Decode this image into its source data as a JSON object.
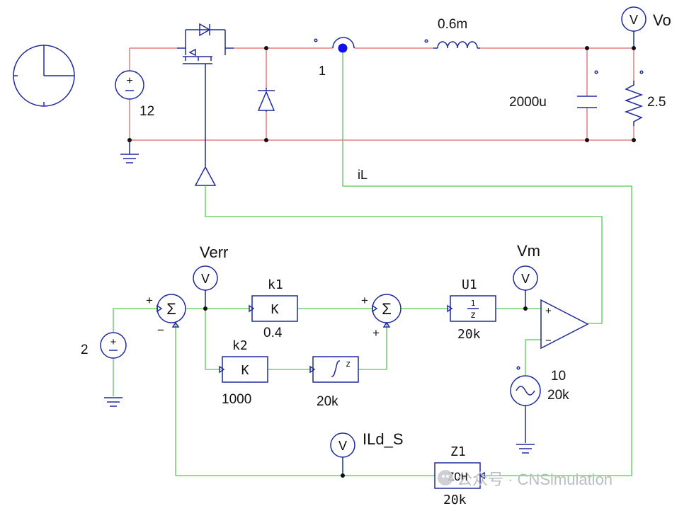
{
  "labels": {
    "vdc": "12",
    "probe_node": "1",
    "inductor": "0.6m",
    "capacitor": "2000u",
    "resistor": "2.5",
    "vo": "Vo",
    "il": "iL",
    "verr": "Verr",
    "vm": "Vm",
    "ref_src": "2",
    "k1_name": "k1",
    "k1_value": "0.4",
    "k_symbol": "K",
    "k2_name": "k2",
    "k2_value": "1000",
    "integrator_freq": "20k",
    "u1_name": "U1",
    "u1_freq": "20k",
    "ramp_amp": "10",
    "ramp_freq": "20k",
    "ild_s": "ILd_S",
    "z1_name": "Z1",
    "zoh": "ZOH",
    "z1_freq": "20k",
    "voltmeter": "V",
    "sigma": "Σ",
    "plus": "+",
    "minus": "−",
    "frac_num": "1",
    "frac_den": "z",
    "int_z": "z",
    "watermark": "公众号 · CNSimulation"
  },
  "colors": {
    "power_wire": "#e06666",
    "control_wire": "#58c858",
    "component": "#1e2a9a"
  }
}
